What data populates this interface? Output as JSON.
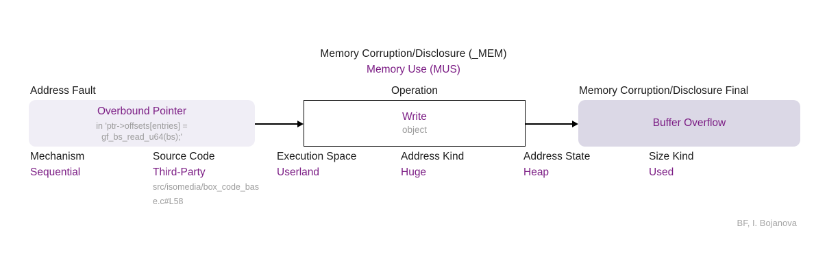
{
  "title": {
    "line1": "Memory Corruption/Disclosure (_MEM)",
    "line2": "Memory Use (MUS)"
  },
  "colors": {
    "accent_purple": "#7b1c84",
    "detail_gray": "#9c9c9c",
    "cause_box_bg": "#f0eef6",
    "final_box_bg": "#dbd8e6",
    "operation_box_border": "#000000"
  },
  "cause": {
    "label": "Address Fault",
    "value": "Overbound Pointer",
    "detail_line1": "in 'ptr->offsets[entries] =",
    "detail_line2": "gf_bs_read_u64(bs);'"
  },
  "operation": {
    "label": "Operation",
    "value": "Write",
    "operand": "object"
  },
  "consequence": {
    "label": "Memory Corruption/Disclosure Final",
    "value": "Buffer Overflow"
  },
  "attributes": [
    {
      "label": "Mechanism",
      "value": "Sequential",
      "detail": ""
    },
    {
      "label": "Source Code",
      "value": "Third-Party",
      "detail": "src/isomedia/box_code_base.c#L58"
    },
    {
      "label": "Execution Space",
      "value": "Userland",
      "detail": ""
    },
    {
      "label": "Address Kind",
      "value": "Huge",
      "detail": ""
    },
    {
      "label": "Address State",
      "value": "Heap",
      "detail": ""
    },
    {
      "label": "Size Kind",
      "value": "Used",
      "detail": ""
    }
  ],
  "footer": {
    "credit": "BF, I. Bojanova"
  }
}
